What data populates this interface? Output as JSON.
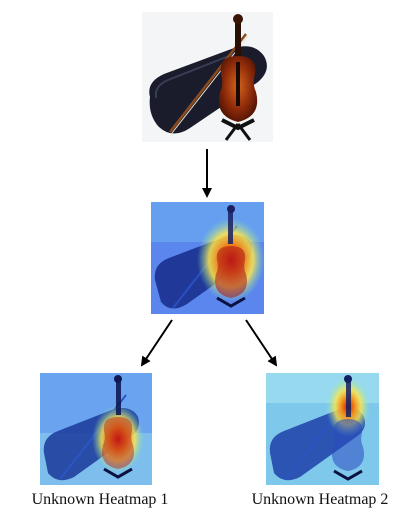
{
  "nodes": {
    "left_caption": "Unknown Heatmap 1",
    "right_caption": "Unknown Heatmap 2"
  },
  "colors": {
    "arrow": "#000000",
    "heat_low": "#3a6cf0",
    "heat_mid": "#ffe84a",
    "heat_high": "#d41a10"
  },
  "icons": [
    "violin-photo",
    "violin-heatmap"
  ]
}
